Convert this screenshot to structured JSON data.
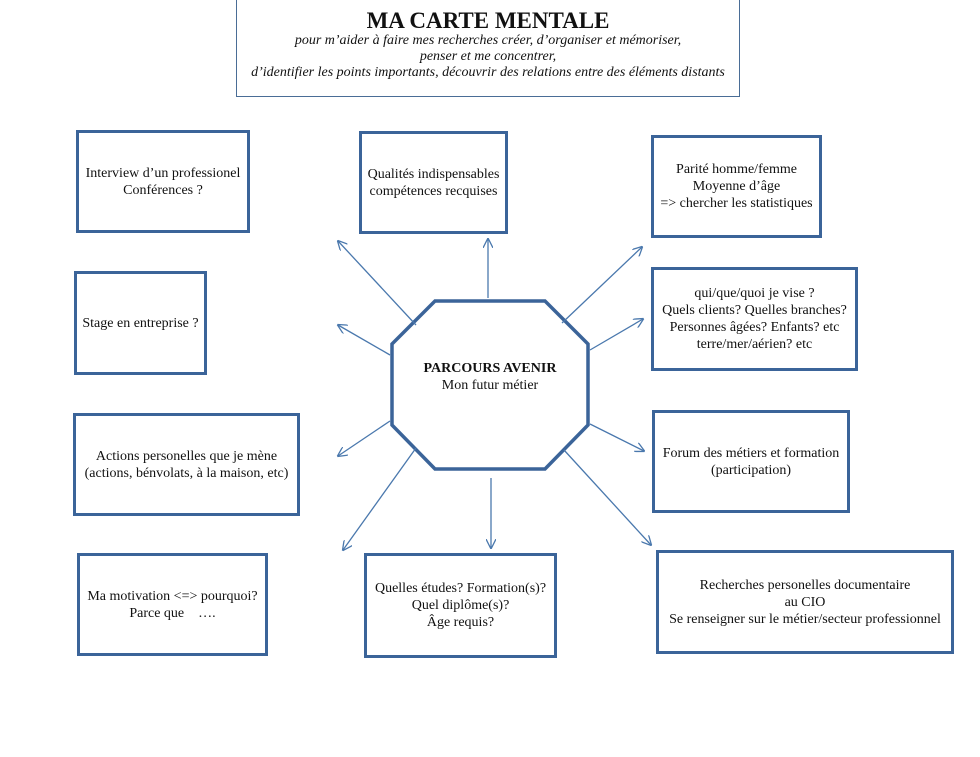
{
  "header": {
    "title": "MA CARTE MENTALE",
    "subtitle_lines": [
      "pour m’aider à faire mes recherches créer, d’organiser et mémoriser,",
      "penser et me concentrer,",
      "d’identifier les points importants, découvrir des relations entre des éléments distants"
    ]
  },
  "center": {
    "title": "PARCOURS AVENIR",
    "subtitle": "Mon futur métier"
  },
  "nodes": {
    "interview": [
      "Interview d’un professionel",
      "Conférences ?"
    ],
    "qualites": [
      "Qualités indispensables",
      "compétences recquises"
    ],
    "parite": [
      "Parité homme/femme",
      "Moyenne d’âge",
      "=> chercher les statistiques"
    ],
    "stage": [
      "Stage en entreprise ?"
    ],
    "cible": [
      "qui/que/quoi je vise ?",
      "Quels clients? Quelles branches?",
      "Personnes âgées? Enfants? etc",
      "terre/mer/aérien? etc"
    ],
    "actions": [
      "Actions personelles que je mène",
      "(actions, bénvolats, à la maison, etc)"
    ],
    "forum": [
      "Forum des métiers et formation",
      "(participation)"
    ],
    "motivation": [
      "Ma motivation <=> pourquoi?",
      "Parce que    …."
    ],
    "etudes": [
      "Quelles études? Formation(s)?",
      "Quel diplôme(s)?",
      "Âge requis?"
    ],
    "recherches": [
      "Recherches personelles documentaire",
      "au CIO",
      "Se renseigner sur le métier/secteur professionnel"
    ]
  },
  "colors": {
    "box_border": "#3b6499",
    "arrow": "#4a78ad",
    "header_border": "#4a6d96"
  }
}
